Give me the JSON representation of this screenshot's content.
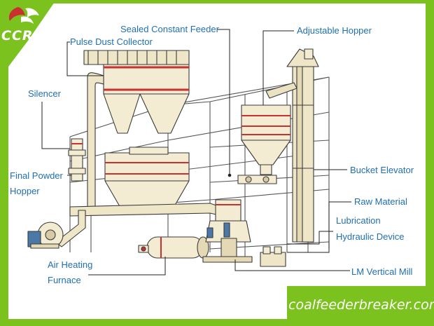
{
  "logo": {
    "text": "CCRB"
  },
  "watermark": {
    "text": "coalfeederbreaker.com"
  },
  "labels": {
    "sealed_constant_feeder": "Sealed Constant Feeder",
    "pulse_dust_collector": "Pulse Dust Collector",
    "adjustable_hopper": "Adjustable Hopper",
    "silencer": "Silencer",
    "final_powder_hopper_line1": "Final Powder",
    "final_powder_hopper_line2": "Hopper",
    "bucket_elevator": "Bucket Elevator",
    "raw_material": "Raw Material",
    "lubrication_line1": "Lubrication",
    "lubrication_line2": "Hydraulic Device",
    "air_heating_line1": "Air Heating",
    "air_heating_line2": "Furnace",
    "lm_vertical_mill": "LM Vertical Mill"
  },
  "colors": {
    "frame_green": "#7cc21e",
    "label_blue": "#1f6fb3",
    "accent_red": "#c8312f",
    "machine_fill": "#f3ecd2",
    "outline": "#3a3a3a"
  }
}
